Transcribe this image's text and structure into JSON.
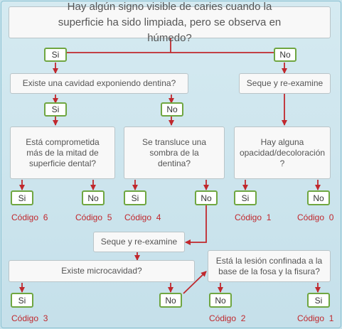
{
  "colors": {
    "arrow": "#c0282d",
    "answer_border": "#6fa641",
    "background": "#c8e3ec",
    "code_text": "#c0282d"
  },
  "nodes": {
    "q_main": "Hay algún signo visible de caries cuando la superficie ha sido limpiada, pero se observa en húmedo?",
    "q_cavity": "Existe una cavidad exponiendo dentina?",
    "q_dry": "Seque y re-examine",
    "q_half": "Está comprometida más de la mitad de superficie dental?",
    "q_shadow": "Se transluce una sombra de la dentina?",
    "q_opacity": "Hay alguna opacidad/decoloración ?",
    "q_dry2": "Seque y re-examine",
    "q_micro": "Existe microcavidad?",
    "q_confined": "Está la lesión confinada a la base de la fosa y la fisura?"
  },
  "answers": {
    "yes": "Si",
    "no": "No"
  },
  "codes": {
    "c6": "Código  6",
    "c5": "Código  5",
    "c4": "Código  4",
    "c1a": "Código  1",
    "c0": "Código  0",
    "c3": "Código  3",
    "c2": "Código  2",
    "c1b": "Código  1"
  }
}
